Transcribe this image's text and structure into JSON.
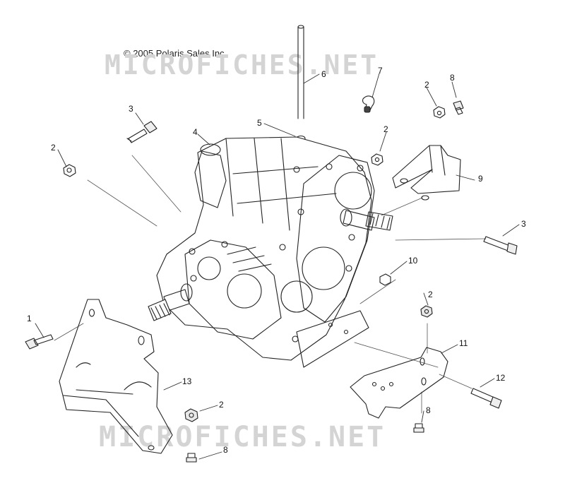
{
  "copyright": "© 2005 Polaris Sales Inc.",
  "watermark": "MICROFICHES.NET",
  "callouts": [
    {
      "id": "c1",
      "label": "1"
    },
    {
      "id": "c2a",
      "label": "2"
    },
    {
      "id": "c2b",
      "label": "2"
    },
    {
      "id": "c2c",
      "label": "2"
    },
    {
      "id": "c2d",
      "label": "2"
    },
    {
      "id": "c2e",
      "label": "2"
    },
    {
      "id": "c3a",
      "label": "3"
    },
    {
      "id": "c3b",
      "label": "3"
    },
    {
      "id": "c4",
      "label": "4"
    },
    {
      "id": "c5",
      "label": "5"
    },
    {
      "id": "c6",
      "label": "6"
    },
    {
      "id": "c7",
      "label": "7"
    },
    {
      "id": "c8a",
      "label": "8"
    },
    {
      "id": "c8b",
      "label": "8"
    },
    {
      "id": "c8c",
      "label": "8"
    },
    {
      "id": "c9",
      "label": "9"
    },
    {
      "id": "c10",
      "label": "10"
    },
    {
      "id": "c11",
      "label": "11"
    },
    {
      "id": "c12",
      "label": "12"
    },
    {
      "id": "c13",
      "label": "13"
    }
  ]
}
